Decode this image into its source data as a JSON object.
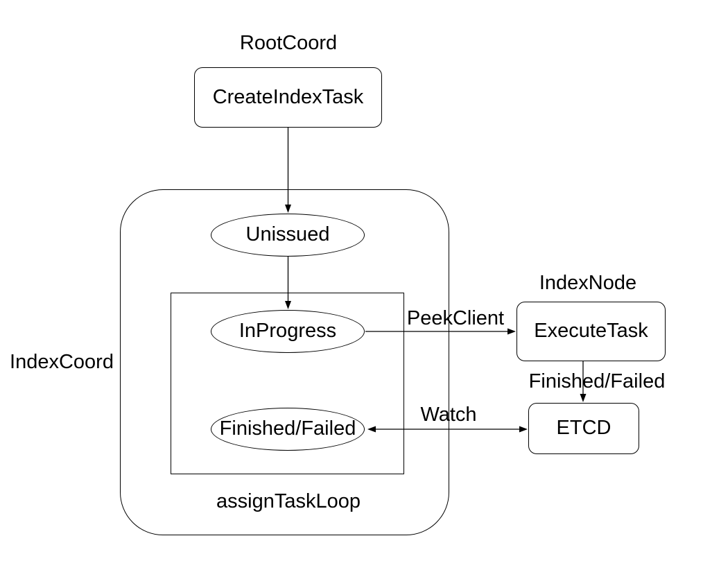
{
  "diagram": {
    "background_color": "#ffffff",
    "stroke_color": "#000000",
    "group_labels": {
      "root_coord": "RootCoord",
      "index_node": "IndexNode",
      "index_coord": "IndexCoord",
      "assign_task_loop": "assignTaskLoop"
    },
    "nodes": {
      "create_index_task": "CreateIndexTask",
      "unissued": "Unissued",
      "in_progress": "InProgress",
      "finished_failed": "Finished/Failed",
      "execute_task": "ExecuteTask",
      "etcd": "ETCD"
    },
    "edge_labels": {
      "peek_client": "PeekClient",
      "finished_failed": "Finished/Failed",
      "watch": "Watch"
    }
  }
}
